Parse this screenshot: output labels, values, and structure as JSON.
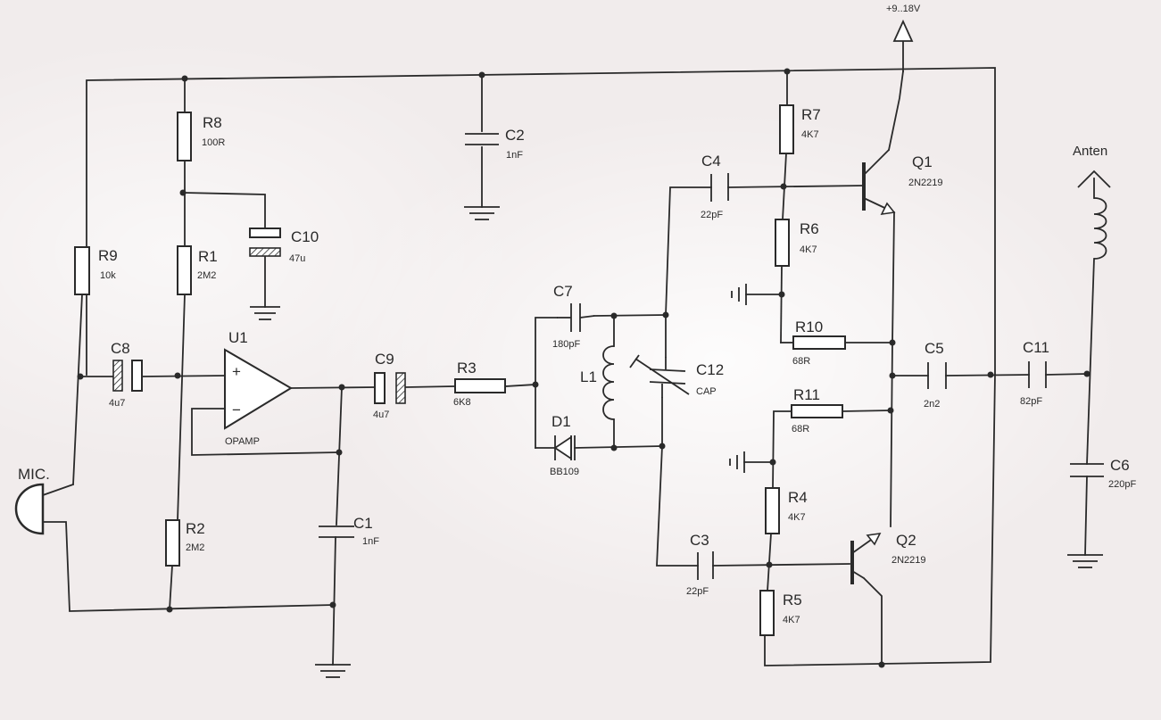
{
  "supply": "+9..18V",
  "antenna": "Anten",
  "mic": "MIC.",
  "opamp": {
    "ref": "U1",
    "type": "OPAMP",
    "plus": "+",
    "minus": "−"
  },
  "parts": {
    "R1": {
      "ref": "R1",
      "value": "2M2"
    },
    "R2": {
      "ref": "R2",
      "value": "2M2"
    },
    "R3": {
      "ref": "R3",
      "value": "6K8"
    },
    "R4": {
      "ref": "R4",
      "value": "4K7"
    },
    "R5": {
      "ref": "R5",
      "value": "4K7"
    },
    "R6": {
      "ref": "R6",
      "value": "4K7"
    },
    "R7": {
      "ref": "R7",
      "value": "4K7"
    },
    "R8": {
      "ref": "R8",
      "value": "100R"
    },
    "R9": {
      "ref": "R9",
      "value": "10k"
    },
    "R10": {
      "ref": "R10",
      "value": "68R"
    },
    "R11": {
      "ref": "R11",
      "value": "68R"
    },
    "C1": {
      "ref": "C1",
      "value": "1nF"
    },
    "C2": {
      "ref": "C2",
      "value": "1nF"
    },
    "C3": {
      "ref": "C3",
      "value": "22pF"
    },
    "C4": {
      "ref": "C4",
      "value": "22pF"
    },
    "C5": {
      "ref": "C5",
      "value": "2n2"
    },
    "C6": {
      "ref": "C6",
      "value": "220pF"
    },
    "C7": {
      "ref": "C7",
      "value": "180pF"
    },
    "C8": {
      "ref": "C8",
      "value": "4u7"
    },
    "C9": {
      "ref": "C9",
      "value": "4u7"
    },
    "C10": {
      "ref": "C10",
      "value": "47u"
    },
    "C11": {
      "ref": "C11",
      "value": "82pF"
    },
    "C12": {
      "ref": "C12",
      "value": "CAP"
    },
    "L1": {
      "ref": "L1"
    },
    "D1": {
      "ref": "D1",
      "value": "BB109"
    },
    "Q1": {
      "ref": "Q1",
      "value": "2N2219"
    },
    "Q2": {
      "ref": "Q2",
      "value": "2N2219"
    }
  }
}
